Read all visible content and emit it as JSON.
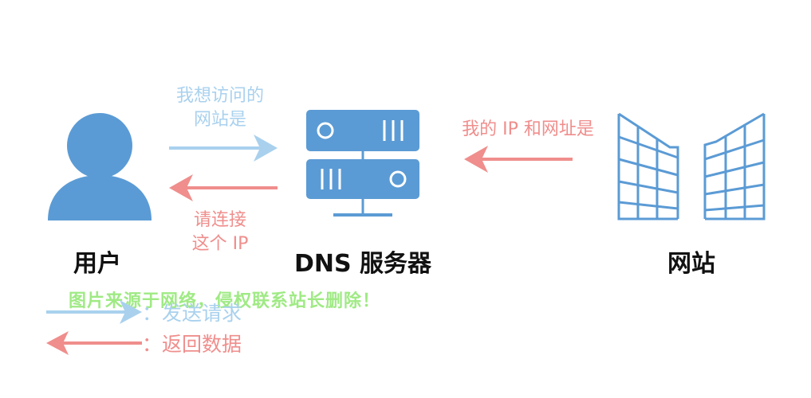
{
  "colors": {
    "node_blue": "#5b9bd5",
    "request_blue": "#a9d1ee",
    "response_red": "#ef8e8c",
    "watermark_green": "#9fea84",
    "label_dark": "#111111"
  },
  "nodes": {
    "user": {
      "label": "用户",
      "icon": "person-icon"
    },
    "dns": {
      "label": "DNS 服务器",
      "icon": "server-icon"
    },
    "website": {
      "label": "网站",
      "icon": "building-icon"
    }
  },
  "messages": {
    "user_to_dns": {
      "line1": "我想访问的",
      "line2": "网站是"
    },
    "dns_to_user": {
      "line1": "请连接",
      "line2": "这个 IP"
    },
    "website_to_dns": {
      "line1": "我的 IP 和网址是"
    }
  },
  "legend": {
    "request": "：发送请求",
    "response": "：返回数据"
  },
  "watermark": "图片来源于网络，侵权联系站长删除！"
}
